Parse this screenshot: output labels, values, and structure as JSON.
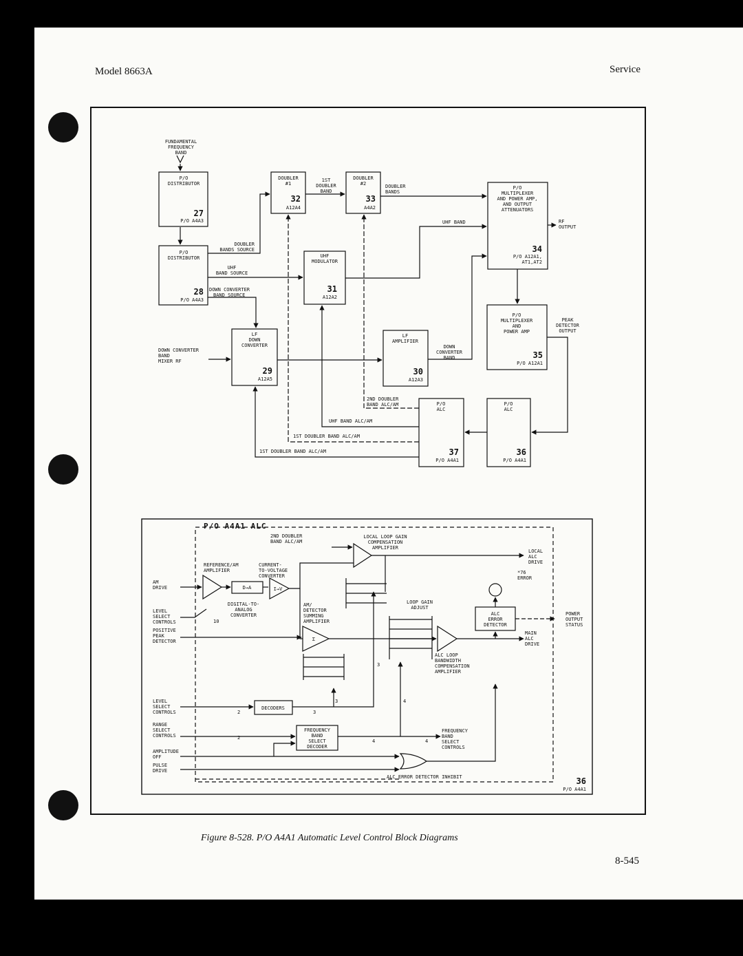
{
  "header": {
    "model": "Model 8663A",
    "section": "Service"
  },
  "caption": "Figure 8-528. P/O A4A1 Automatic Level Control Block Diagrams",
  "page_number": "8-545",
  "top_diagram": {
    "blocks": [
      {
        "id": "b27",
        "lines": [
          "P/O",
          "DISTRIBUTOR"
        ],
        "number": "27",
        "ref": "P/O A4A3"
      },
      {
        "id": "b28",
        "lines": [
          "P/O",
          "DISTRIBUTOR"
        ],
        "number": "28",
        "ref": "P/O A4A3"
      },
      {
        "id": "b32",
        "lines": [
          "DOUBLER",
          "#1"
        ],
        "number": "32",
        "ref": "A12A4"
      },
      {
        "id": "b33",
        "lines": [
          "DOUBLER",
          "#2"
        ],
        "number": "33",
        "ref": "A4A2"
      },
      {
        "id": "b34",
        "lines": [
          "P/O",
          "MULTIPLEXER",
          "AND POWER AMP,",
          "AND OUTPUT",
          "ATTENUATORS"
        ],
        "number": "34",
        "ref": "P/O A12A1,",
        "ref2": "AT1,AT2"
      },
      {
        "id": "b31",
        "lines": [
          "UHF",
          "MODULATOR"
        ],
        "number": "31",
        "ref": "A12A2"
      },
      {
        "id": "b35",
        "lines": [
          "P/O",
          "MULTIPLEXER",
          "AND",
          "POWER AMP"
        ],
        "number": "35",
        "ref": "P/O A12A1"
      },
      {
        "id": "b29",
        "lines": [
          "LF",
          "DOWN",
          "CONVERTER"
        ],
        "number": "29",
        "ref": "A12A5"
      },
      {
        "id": "b30",
        "lines": [
          "LF",
          "AMPLIFIER"
        ],
        "number": "30",
        "ref": "A12A3"
      },
      {
        "id": "b37",
        "lines": [
          "P/O",
          "ALC"
        ],
        "number": "37",
        "ref": "P/O A4A1"
      },
      {
        "id": "b36",
        "lines": [
          "P/O",
          "ALC"
        ],
        "number": "36",
        "ref": "P/O A4A1"
      }
    ],
    "labels": {
      "fundamental": [
        "FUNDAMENTAL",
        "FREQUENCY",
        "BAND"
      ],
      "first_doubler_band": [
        "1ST",
        "DOUBLER",
        "BAND"
      ],
      "doubler_bands": [
        "DOUBLER",
        "BANDS"
      ],
      "uhf_band": "UHF BAND",
      "rf_output": [
        "RF",
        "OUTPUT"
      ],
      "doubler_bands_source": [
        "DOUBLER",
        "BANDS SOURCE"
      ],
      "uhf_band_source": [
        "UHF",
        "BAND SOURCE"
      ],
      "down_converter_band_source": [
        "DOWN CONVERTER",
        "BAND SOURCE"
      ],
      "peak_detector_output": [
        "PEAK",
        "DETECTOR",
        "OUTPUT"
      ],
      "down_converter_mixer": [
        "DOWN CONVERTER",
        "BAND",
        "MIXER RF"
      ],
      "down_converter_band": [
        "DOWN",
        "CONVERTER",
        "BAND"
      ],
      "second_doubler_alc": [
        "2ND DOUBLER",
        "BAND ALC/AM"
      ],
      "uhf_band_alc": "UHF BAND ALC/AM",
      "first_doubler_alc_a": "1ST DOUBLER BAND ALC/AM",
      "first_doubler_alc_b": "1ST DOUBLER BAND ALC/AM"
    }
  },
  "bottom_diagram": {
    "title": "P/O A4A1 ALC",
    "number": "36",
    "ref": "P/O A4A1",
    "labels": {
      "second_doubler": [
        "2ND DOUBLER",
        "BAND ALC/AM"
      ],
      "local_loop_gain": [
        "LOCAL LOOP GAIN",
        "COMPENSATION",
        "AMPLIFIER"
      ],
      "local_alc_drive": [
        "LOCAL",
        "ALC",
        "DRIVE"
      ],
      "reference_am": [
        "REFERENCE/AM",
        "AMPLIFIER"
      ],
      "current_to_voltage": [
        "CURRENT-",
        "TO-VOLTAGE",
        "CONVERTER"
      ],
      "error_76": [
        "*76",
        "ERROR"
      ],
      "am_drive": [
        "AM",
        "DRIVE"
      ],
      "dac_symbol": "D→A",
      "iv_symbol": "I→V",
      "dac_label": [
        "DIGITAL-TO-",
        "ANALOG",
        "CONVERTER"
      ],
      "level_select_1": [
        "LEVEL",
        "SELECT",
        "CONTROLS"
      ],
      "am_detector": [
        "AM/",
        "DETECTOR",
        "SUMMING",
        "AMPLIFIER"
      ],
      "loop_gain_adjust": [
        "LOOP GAIN",
        "ADJUST"
      ],
      "alc_error_detector": [
        "ALC",
        "ERROR",
        "DETECTOR"
      ],
      "power_output_status": [
        "POWER",
        "OUTPUT",
        "STATUS"
      ],
      "positive_peak": [
        "POSITIVE",
        "PEAK",
        "DETECTOR"
      ],
      "sigma": "Σ",
      "main_alc_drive": [
        "MAIN",
        "ALC",
        "DRIVE"
      ],
      "alc_loop_bw": [
        "ALC LOOP",
        "BANDWIDTH",
        "COMPENSATION",
        "AMPLIFIER"
      ],
      "level_select_2": [
        "LEVEL",
        "SELECT",
        "CONTROLS"
      ],
      "decoders": "DECODERS",
      "range_select": [
        "RANGE",
        "SELECT",
        "CONTROLS"
      ],
      "freq_band_decoder": [
        "FREQUENCY",
        "BAND",
        "SELECT",
        "DECODER"
      ],
      "freq_band_controls": [
        "FREQUENCY",
        "BAND",
        "SELECT",
        "CONTROLS"
      ],
      "amplitude_off": [
        "AMPLITUDE",
        "OFF"
      ],
      "pulse_drive": [
        "PULSE",
        "DRIVE"
      ],
      "alc_inhibit": "ALC ERROR DETECTOR INHIBIT",
      "bus_10": "10",
      "bus_2a": "2",
      "bus_3a": "3",
      "bus_3b": "3",
      "bus_3c": "3",
      "bus_4a": "4",
      "bus_2b": "2",
      "bus_4b": "4",
      "bus_4c": "4"
    }
  }
}
